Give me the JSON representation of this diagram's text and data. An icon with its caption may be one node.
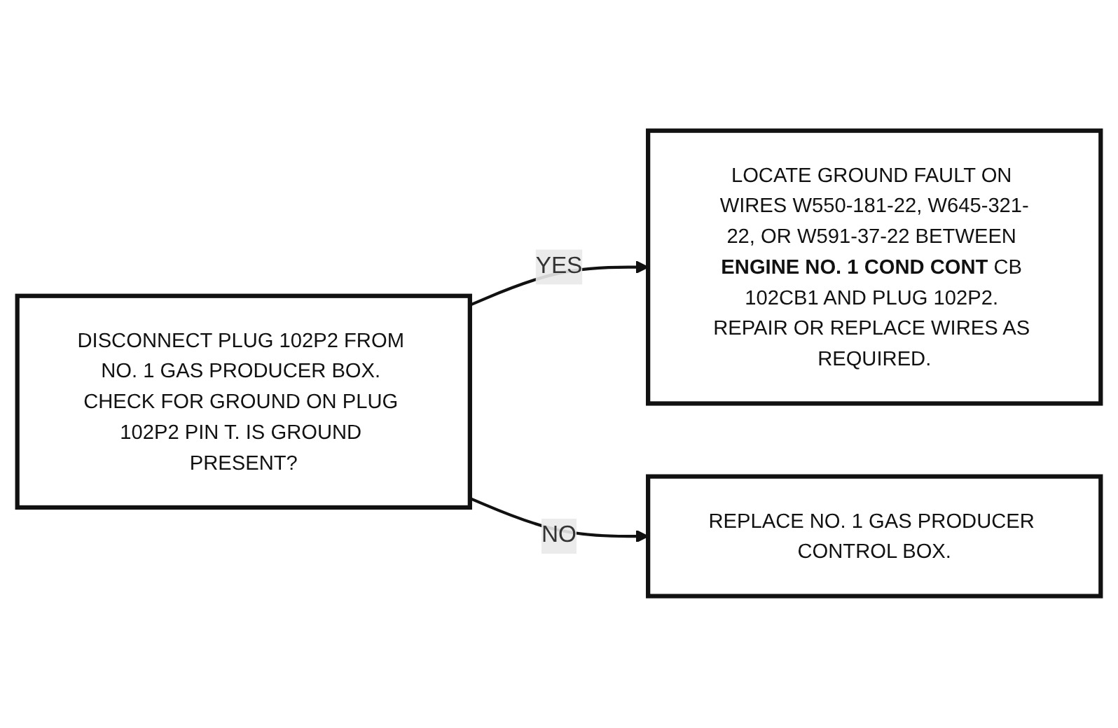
{
  "diagram": {
    "nodes": [
      {
        "text": [
          "DISCONNECT PLUG 102P2 FROM NO. 1 GAS PRODUCER BOX. CHECK FOR GROUND ON PLUG 102P2 PIN T. IS GROUND PRESENT?"
        ]
      },
      {
        "text": [
          "LOCATE GROUND FAULT ON WIRES W550-181-22, W645-321-22, OR W591-37-22 BETWEEN **ENGINE NO. 1 COND CONT** CB 102CB1 AND PLUG 102P2. REPAIR OR REPLACE WIRES AS REQUIRED."
        ]
      },
      {
        "text": [
          "REPLACE NO. 1 GAS PRODUCER CONTROL BOX."
        ]
      }
    ],
    "edges": [
      {
        "from": 0,
        "to": 1,
        "arrow": "to",
        "label": "YES"
      },
      {
        "from": 0,
        "to": 2,
        "arrow": "to",
        "label": "NO"
      }
    ]
  }
}
